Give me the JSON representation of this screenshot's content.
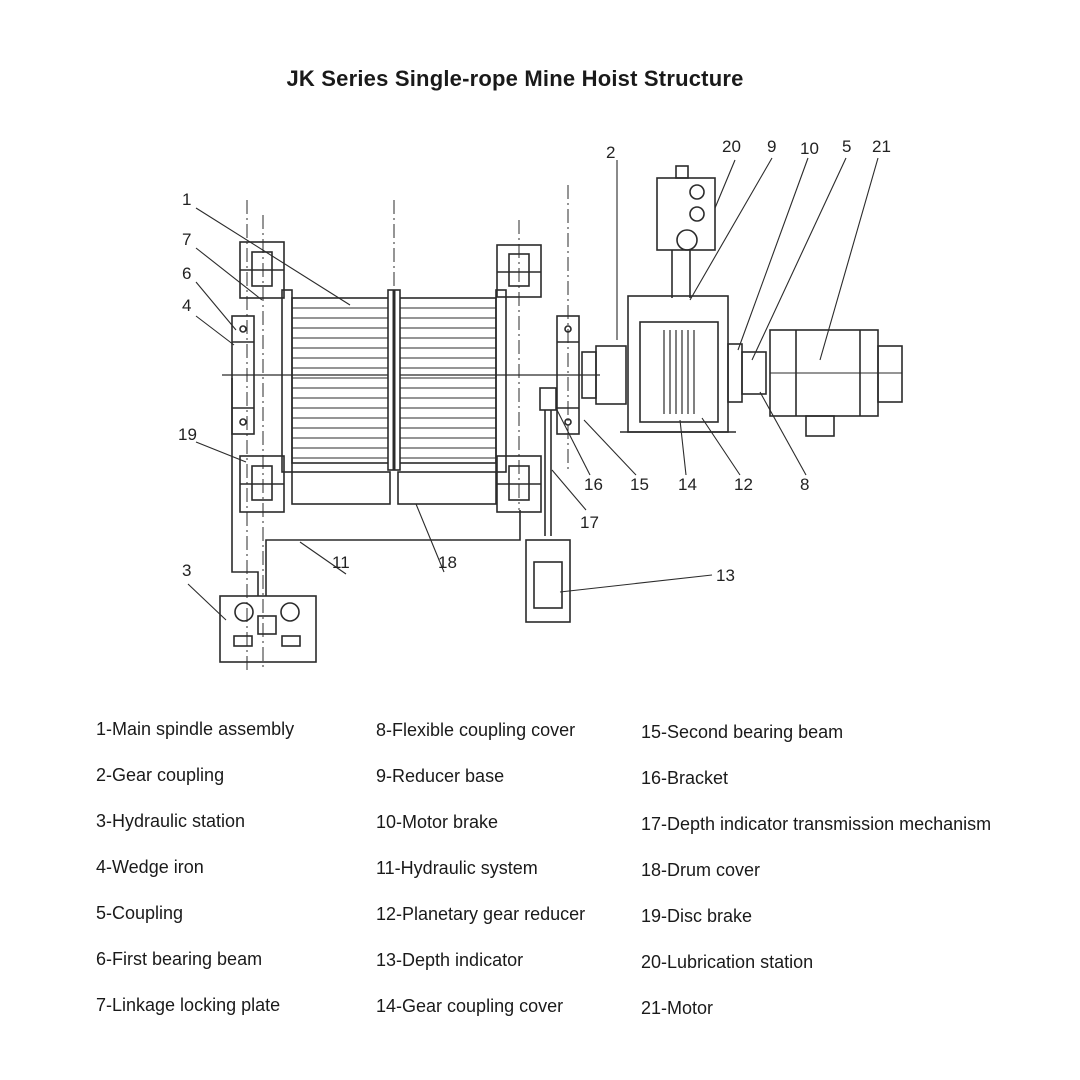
{
  "title": "JK Series Single-rope Mine Hoist Structure",
  "callout_numbers": [
    "1",
    "2",
    "3",
    "4",
    "5",
    "6",
    "7",
    "8",
    "9",
    "10",
    "11",
    "12",
    "13",
    "14",
    "15",
    "16",
    "17",
    "18",
    "19",
    "20",
    "21"
  ],
  "legend": {
    "col1": [
      "1-Main spindle assembly",
      "2-Gear coupling",
      "3-Hydraulic station",
      "4-Wedge iron",
      "5-Coupling",
      "6-First bearing beam",
      "7-Linkage locking plate"
    ],
    "col2": [
      "8-Flexible coupling cover",
      "9-Reducer base",
      "10-Motor brake",
      "11-Hydraulic system",
      "12-Planetary gear reducer",
      "13-Depth indicator",
      "14-Gear coupling cover"
    ],
    "col3": [
      "15-Second bearing beam",
      "16-Bracket",
      "17-Depth indicator transmission mechanism",
      "18-Drum cover",
      "19-Disc brake",
      "20-Lubrication station",
      "21-Motor"
    ]
  },
  "colors": {
    "line": "#2b2b2b",
    "text": "#1a1a1a",
    "background": "#ffffff"
  }
}
